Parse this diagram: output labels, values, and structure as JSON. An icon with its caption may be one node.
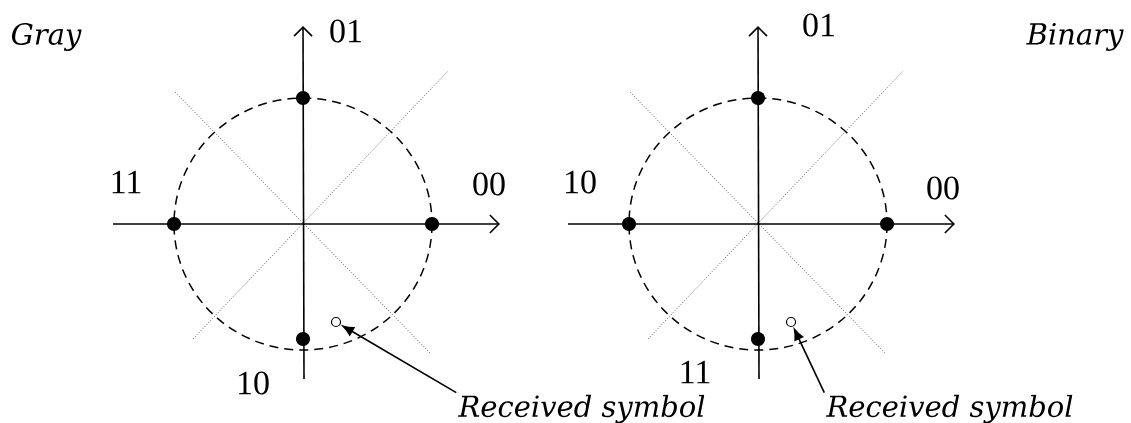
{
  "diagram": {
    "nodes": [
      {
        "text": [
          "Received symbol"
        ]
      },
      {
        "text": [],
        "shape": "circle"
      },
      {
        "text": [
          "Received symbol"
        ]
      },
      {
        "text": [],
        "shape": "circle"
      }
    ],
    "edges": [
      {
        "from": 0,
        "to": 1,
        "arrow": "to"
      },
      {
        "from": 2,
        "to": 3,
        "arrow": "to"
      }
    ],
    "labels": [
      "Gray",
      "01",
      "11",
      "00",
      "10",
      "01",
      "10",
      "00",
      "11",
      "Binary"
    ]
  }
}
